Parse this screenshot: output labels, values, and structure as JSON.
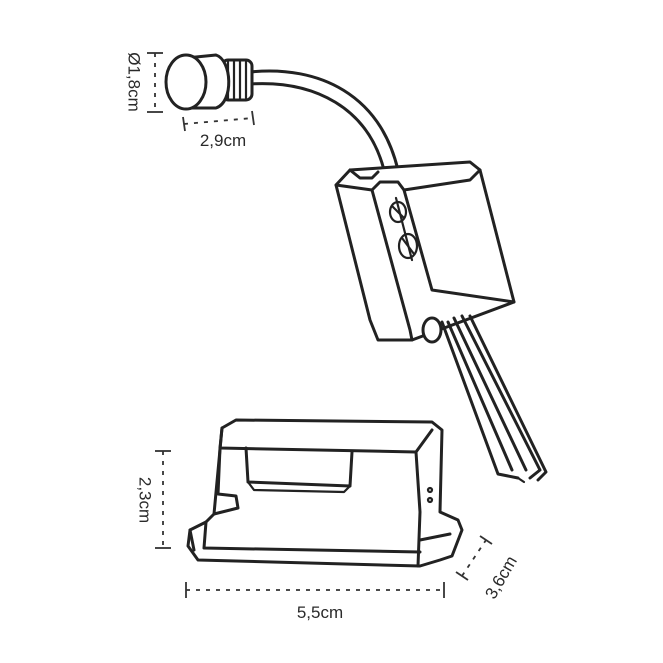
{
  "diagram": {
    "dimensions": {
      "sensor_diameter": "Ø1,8cm",
      "sensor_length": "2,9cm",
      "box_height": "2,3cm",
      "box_length": "5,5cm",
      "box_depth": "3,6cm"
    },
    "colors": {
      "line": "#222222",
      "background": "#ffffff"
    }
  }
}
